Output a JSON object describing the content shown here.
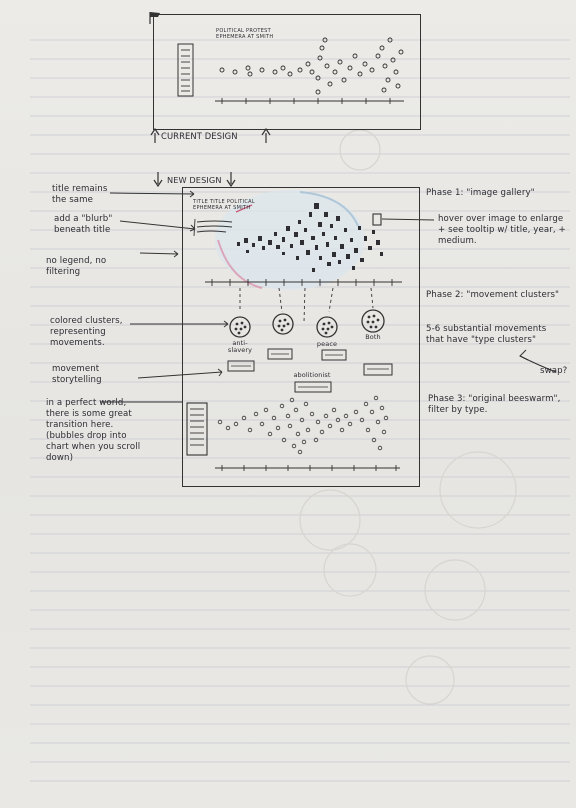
{
  "current_design": {
    "label": "CURRENT DESIGN",
    "chart_title": "POLITICAL PROTEST\nEPHEMERA AT SMITH"
  },
  "new_design": {
    "label": "NEW DESIGN",
    "chart_title": "TITLE TITLE POLITICAL\nEPHEMERA AT SMITH",
    "cluster_labels": [
      "anti-slavery",
      "abolitionist",
      "peace",
      "Both"
    ]
  },
  "left_notes": [
    "title remains the same",
    "add a \"blurb\" beneath title",
    "no legend, no filtering",
    "colored clusters, representing movements.",
    "movement storytelling",
    "in a perfect world, there is some great transition here. (bubbles drop into chart when you scroll down)"
  ],
  "right_notes": {
    "phase1_title": "Phase 1: \"image gallery\"",
    "phase1_text": "hover over image to enlarge + see tooltip w/ title, year, + medium.",
    "phase2_title": "Phase 2: \"movement clusters\"",
    "phase2_text": "5-6 substantial movements that have \"type clusters\"",
    "swap": "swap?",
    "phase3_title": "Phase 3: \"original beeswarm\", filter by type."
  }
}
